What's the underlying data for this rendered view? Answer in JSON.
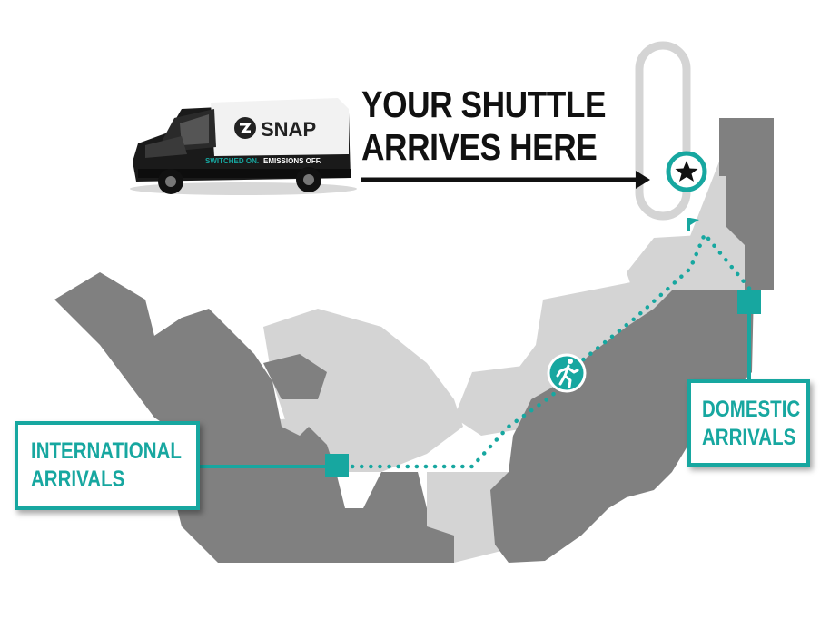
{
  "headline": {
    "line1": "YOUR SHUTTLE",
    "line2": "ARRIVES HERE"
  },
  "van": {
    "brand": "SNAP",
    "side_text_1": "SWITCHED ON.",
    "side_text_2": "EMISSIONS OFF."
  },
  "labels": {
    "international": {
      "line1": "INTERNATIONAL",
      "line2": "ARRIVALS"
    },
    "domestic": {
      "line1": "DOMESTIC",
      "line2": "ARRIVALS"
    }
  },
  "icons": {
    "pickup": "star-icon",
    "walking": "walking-person-icon",
    "flag": "flag-icon"
  },
  "colors": {
    "accent": "#17a7a0",
    "building_dark": "#808080",
    "building_light": "#d4d4d4",
    "text": "#111111"
  }
}
